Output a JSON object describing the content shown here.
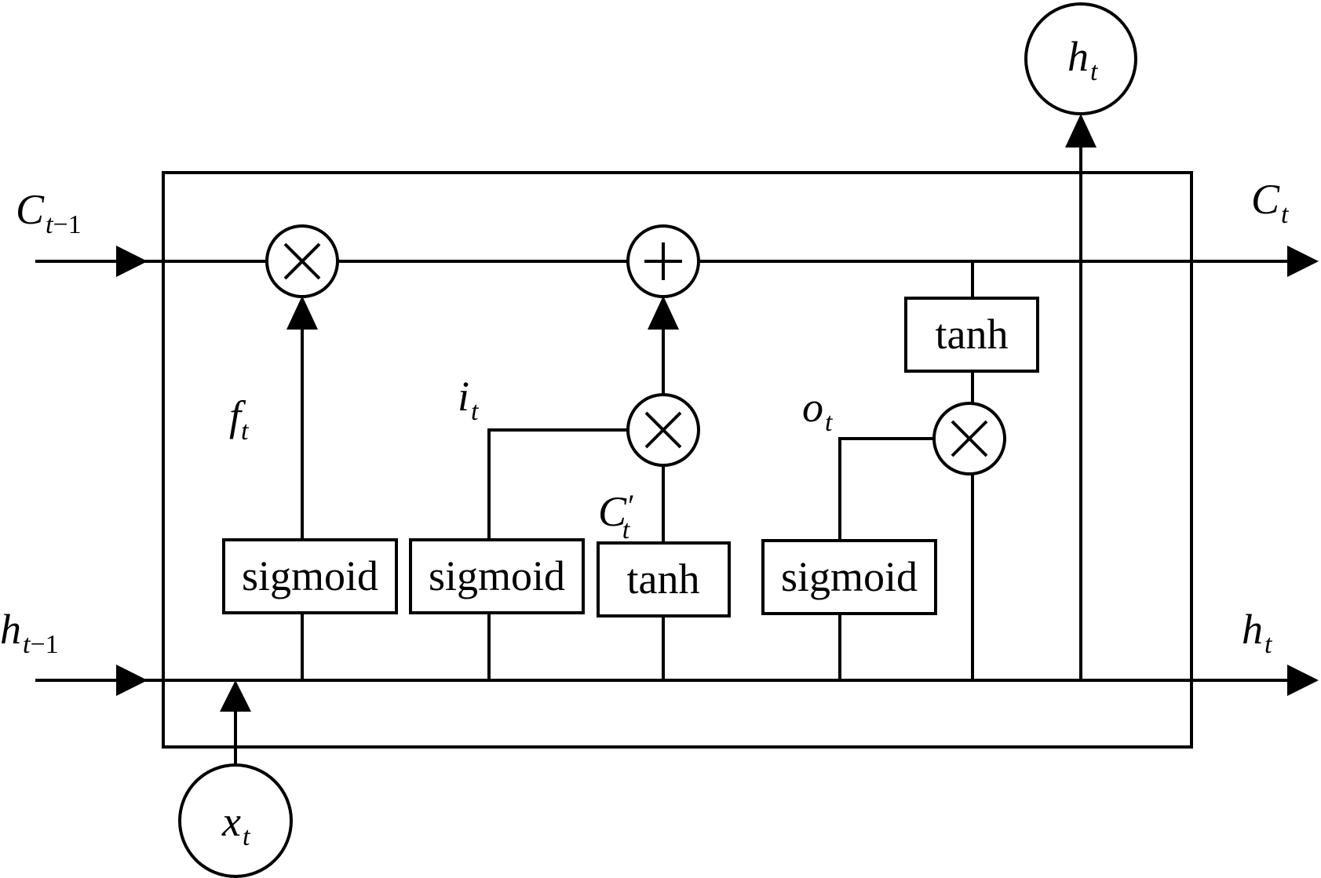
{
  "diagram": {
    "gates": {
      "forget": {
        "activation": "sigmoid",
        "signal": {
          "base": "f",
          "sub": "t"
        }
      },
      "input": {
        "activation": "sigmoid",
        "signal": {
          "base": "i",
          "sub": "t"
        }
      },
      "candidate": {
        "activation": "tanh",
        "signal": {
          "base": "C",
          "sub": "t",
          "prime": "′"
        }
      },
      "output": {
        "activation": "sigmoid",
        "signal": {
          "base": "o",
          "sub": "t"
        }
      },
      "cell_output": {
        "activation": "tanh"
      }
    },
    "operators": {
      "multiply": "×",
      "add": "+"
    },
    "inputs": {
      "prev_cell": {
        "base": "C",
        "sub": "t",
        "sub_suffix": "−1"
      },
      "prev_hidden": {
        "base": "h",
        "sub": "t",
        "sub_suffix": "−1"
      },
      "x": {
        "base": "x",
        "sub": "t"
      }
    },
    "outputs": {
      "cell": {
        "base": "C",
        "sub": "t"
      },
      "hidden": {
        "base": "h",
        "sub": "t"
      },
      "hidden_top": {
        "base": "h",
        "sub": "t"
      }
    }
  }
}
